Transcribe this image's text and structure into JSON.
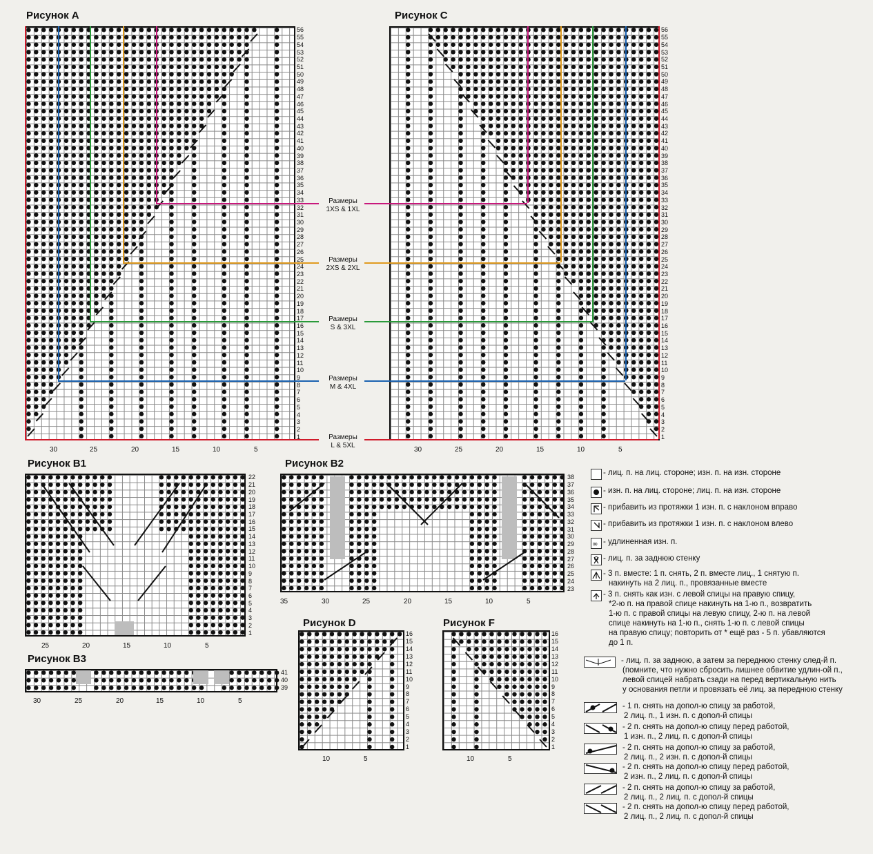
{
  "titles": {
    "a": "Рисунок A",
    "c": "Рисунок C",
    "b1": "Рисунок B1",
    "b2": "Рисунок B2",
    "b3": "Рисунок B3",
    "d": "Рисунок D",
    "f": "Рисунок F"
  },
  "size_labels": [
    {
      "line1": "Размеры",
      "line2": "1XS & 1XL",
      "color": "#c8187c"
    },
    {
      "line1": "Размеры",
      "line2": "2XS & 2XL",
      "color": "#e09a1e"
    },
    {
      "line1": "Размеры",
      "line2": "S & 3XL",
      "color": "#2a9a3a"
    },
    {
      "line1": "Размеры",
      "line2": "M & 4XL",
      "color": "#1a62b0"
    },
    {
      "line1": "Размеры",
      "line2": "L & 5XL",
      "color": "#d01a2a"
    }
  ],
  "axes": {
    "a_cols": [
      "30",
      "25",
      "20",
      "15",
      "10",
      "5"
    ],
    "c_cols": [
      "30",
      "25",
      "20",
      "15",
      "10",
      "5"
    ],
    "b1_cols": [
      "25",
      "20",
      "15",
      "10",
      "5"
    ],
    "b2_cols": [
      "35",
      "30",
      "25",
      "20",
      "15",
      "10",
      "5"
    ],
    "b3_cols": [
      "30",
      "25",
      "20",
      "15",
      "10",
      "5"
    ],
    "d_cols": [
      "10",
      "5"
    ],
    "f_cols": [
      "10",
      "5"
    ],
    "b3_rows": [
      "41",
      "40",
      "39"
    ]
  },
  "legend": [
    {
      "icon": "knit-square-icon",
      "lines": [
        "- лиц. п. на лиц. стороне; изн. п. на изн. стороне"
      ]
    },
    {
      "icon": "purl-dot-icon",
      "lines": [
        "- изн. п. на лиц. стороне; лиц. п. на изн. стороне"
      ]
    },
    {
      "icon": "increase-right-icon",
      "lines": [
        "- прибавить из протяжки 1 изн. п. с наклоном вправо"
      ]
    },
    {
      "icon": "increase-left-icon",
      "lines": [
        "- прибавить из протяжки 1 изн. п. с наклоном влево"
      ]
    },
    {
      "icon": "elongated-purl-icon",
      "lines": [
        "- удлиненная изн. п."
      ]
    },
    {
      "icon": "twisted-knit-icon",
      "lines": [
        "- лиц. п. за заднюю стенку"
      ]
    },
    {
      "icon": "three-together-icon",
      "lines": [
        "- 3 п. вместе: 1 п. снять, 2 п. вместе лиц., 1 снятую п.",
        "накинуть на 2 лиц. п., провязанные вместе"
      ]
    },
    {
      "icon": "three-slip-icon",
      "lines": [
        "- 3 п. снять как изн. с левой спицы на правую спицу,",
        "*2-ю п. на правой спице накинуть на 1-ю п., возвратить",
        "1-ю п. с правой спицы на левую спицу, 2-ю п. на левой",
        "спице накинуть на 1-ю п., снять 1-ю п. с левой спицы",
        "на правую спицу; повторить от * ещё раз - 5 п. убавляются",
        "до 1 п."
      ]
    },
    {
      "icon": "back-front-loop-icon",
      "lines": [
        "- лиц. п. за заднюю, а затем за переднюю стенку след-й п.",
        "(помните, что нужно сбросить лишнее обвитие удлин-ой п.,",
        "левой спицей набрать сзади на перед вертикальную нить",
        "у основания петли и провязать её лиц. за переднюю стенку"
      ]
    },
    {
      "icon": "cable-1-2-back-icon",
      "lines": [
        "- 1 п. снять на допол-ю спицу за работой,",
        "2 лиц. п., 1 изн. п. с допол-й спицы"
      ]
    },
    {
      "icon": "cable-2-1-front-icon",
      "lines": [
        "- 2 п. снять на допол-ю спицу перед работой,",
        "1 изн. п., 2 лиц. п. с допол-й спицы"
      ]
    },
    {
      "icon": "cable-2-2-back-purl-icon",
      "lines": [
        "- 2 п. снять на допол-ю спицу за работой,",
        "2 лиц. п., 2 изн. п. с допол-й спицы"
      ]
    },
    {
      "icon": "cable-2-2-front-purl-icon",
      "lines": [
        "- 2 п. снять на допол-ю спицу перед работой,",
        "2 изн. п., 2 лиц. п. с допол-й спицы"
      ]
    },
    {
      "icon": "cable-2-2-back-icon",
      "lines": [
        "- 2 п. снять на допол-ю спицу за работой,",
        "2 лиц. п., 2 лиц. п. с допол-й спицы"
      ]
    },
    {
      "icon": "cable-2-2-front-icon",
      "lines": [
        "- 2 п. снять на допол-ю спицу перед работой,",
        "2 лиц. п., 2 лиц. п. с допол-й спицы"
      ]
    }
  ]
}
